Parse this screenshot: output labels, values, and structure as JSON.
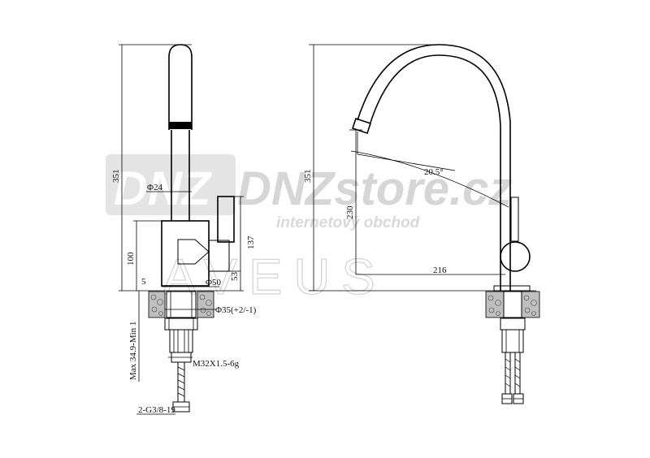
{
  "watermark": {
    "logo": "DNZ",
    "store": "DNZstore.cz",
    "tagline": "internetový obchod",
    "brand": "AVEUS"
  },
  "left_view": {
    "dims": {
      "height_total": "351",
      "pipe_diameter": "Φ24",
      "body_height": "137",
      "lower_height": "100",
      "offset": "53",
      "base_gap": "5",
      "base_diameter": "Φ50",
      "hole_diameter": "Φ35(+2/-1)",
      "counter_thickness": "Max 34.9-Min 1",
      "thread": "M32X1.5-6g",
      "hose_connection": "2-G3/8-19"
    }
  },
  "right_view": {
    "dims": {
      "height_total": "351",
      "spout_height": "230",
      "swivel_angle": "20.5°",
      "reach": "216"
    }
  }
}
